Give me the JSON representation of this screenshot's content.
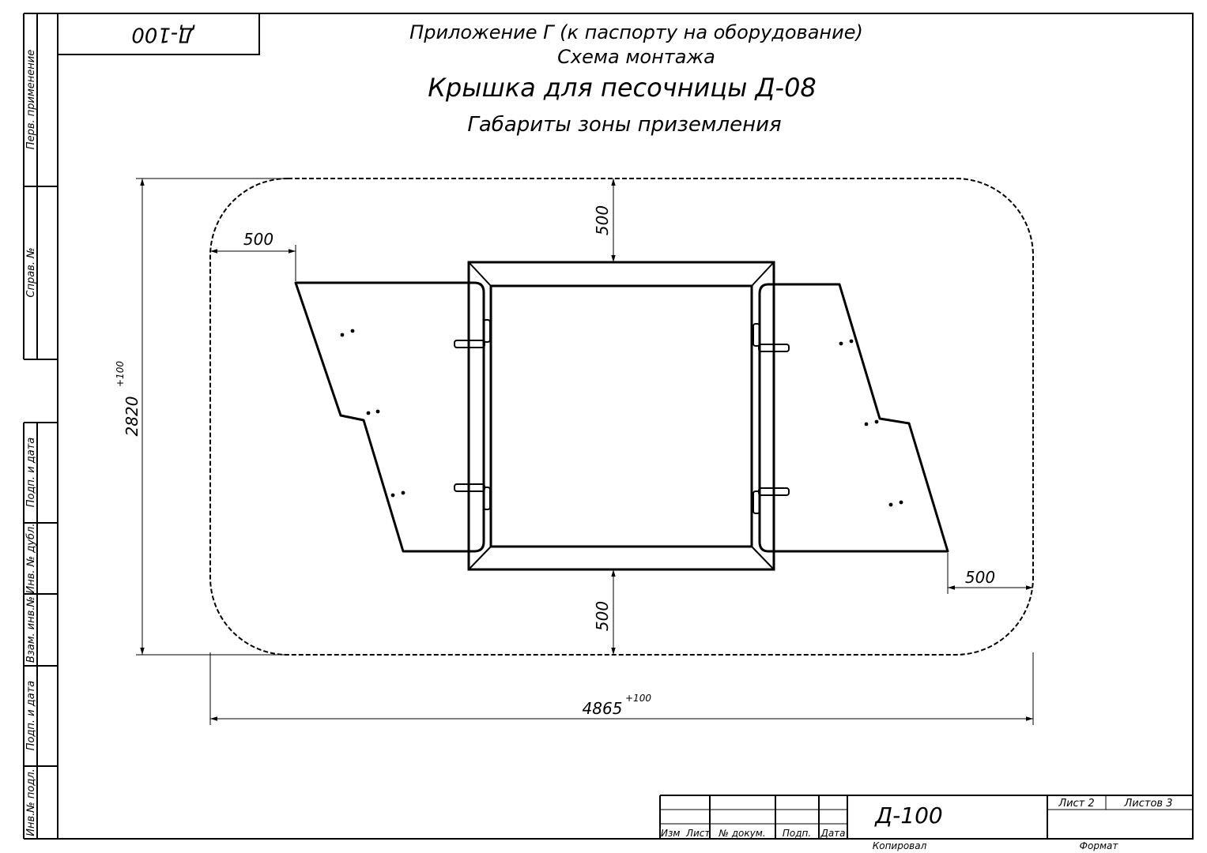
{
  "header": {
    "stamp_code": "Д-100",
    "appendix": "Приложение Г (к паспорту на оборудование)",
    "scheme": "Схема монтажа",
    "product": "Крышка для песочницы Д-08",
    "zone": "Габариты зоны приземления"
  },
  "side_labels": {
    "perv_primenenie": "Перв. применение",
    "sprav_no": "Справ. №",
    "podp_data_1": "Подп. и дата",
    "inv_no_dubl": "Инв. № дубл.",
    "vzam_inv_no": "Взам. инв.№",
    "podp_data_2": "Подп. и дата",
    "inv_no_podl": "Инв.№ подл."
  },
  "dimensions": {
    "width": "4865",
    "width_tol": "+100",
    "height": "2820",
    "height_tol": "+100",
    "clearance_top": "500",
    "clearance_bottom": "500",
    "clearance_left": "500",
    "clearance_right": "500"
  },
  "title_block": {
    "doc_code": "Д-100",
    "col_izm": "Изм",
    "col_list": "Лист",
    "col_doc": "№ докум.",
    "col_podp": "Подп.",
    "col_data": "Дата",
    "sheet_label": "Лист 2",
    "sheets_label": "Листов 3",
    "copied": "Копировал",
    "format": "Формат"
  }
}
